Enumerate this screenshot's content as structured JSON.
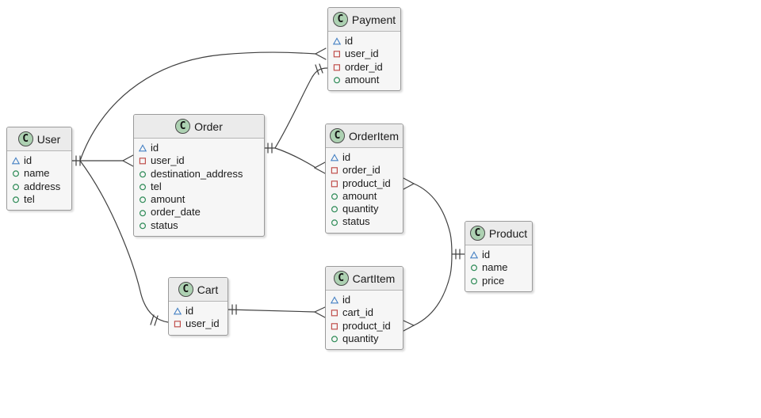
{
  "diagram": {
    "type": "uml-class-er-diagram",
    "entities": [
      {
        "id": "payment",
        "name": "Payment",
        "stereotype": "C",
        "fields": [
          {
            "icon": "primary-key",
            "label": "id"
          },
          {
            "icon": "foreign-key",
            "label": "user_id"
          },
          {
            "icon": "foreign-key",
            "label": "order_id"
          },
          {
            "icon": "attribute",
            "label": "amount"
          }
        ]
      },
      {
        "id": "order",
        "name": "Order",
        "stereotype": "C",
        "fields": [
          {
            "icon": "primary-key",
            "label": "id"
          },
          {
            "icon": "foreign-key",
            "label": "user_id"
          },
          {
            "icon": "attribute",
            "label": "destination_address"
          },
          {
            "icon": "attribute",
            "label": "tel"
          },
          {
            "icon": "attribute",
            "label": "amount"
          },
          {
            "icon": "attribute",
            "label": "order_date"
          },
          {
            "icon": "attribute",
            "label": "status"
          }
        ]
      },
      {
        "id": "user",
        "name": "User",
        "stereotype": "C",
        "fields": [
          {
            "icon": "primary-key",
            "label": "id"
          },
          {
            "icon": "attribute",
            "label": "name"
          },
          {
            "icon": "attribute",
            "label": "address"
          },
          {
            "icon": "attribute",
            "label": "tel"
          }
        ]
      },
      {
        "id": "orderitem",
        "name": "OrderItem",
        "stereotype": "C",
        "fields": [
          {
            "icon": "primary-key",
            "label": "id"
          },
          {
            "icon": "foreign-key",
            "label": "order_id"
          },
          {
            "icon": "foreign-key",
            "label": "product_id"
          },
          {
            "icon": "attribute",
            "label": "amount"
          },
          {
            "icon": "attribute",
            "label": "quantity"
          },
          {
            "icon": "attribute",
            "label": "status"
          }
        ]
      },
      {
        "id": "product",
        "name": "Product",
        "stereotype": "C",
        "fields": [
          {
            "icon": "primary-key",
            "label": "id"
          },
          {
            "icon": "attribute",
            "label": "name"
          },
          {
            "icon": "attribute",
            "label": "price"
          }
        ]
      },
      {
        "id": "cart",
        "name": "Cart",
        "stereotype": "C",
        "fields": [
          {
            "icon": "primary-key",
            "label": "id"
          },
          {
            "icon": "foreign-key",
            "label": "user_id"
          }
        ]
      },
      {
        "id": "cartitem",
        "name": "CartItem",
        "stereotype": "C",
        "fields": [
          {
            "icon": "primary-key",
            "label": "id"
          },
          {
            "icon": "foreign-key",
            "label": "cart_id"
          },
          {
            "icon": "foreign-key",
            "label": "product_id"
          },
          {
            "icon": "attribute",
            "label": "quantity"
          }
        ]
      }
    ],
    "relationships": [
      {
        "from": "User",
        "to": "Order",
        "from_cardinality": "exactly-one",
        "to_cardinality": "many"
      },
      {
        "from": "User",
        "to": "Payment",
        "from_cardinality": "exactly-one",
        "to_cardinality": "many"
      },
      {
        "from": "User",
        "to": "Cart",
        "from_cardinality": "exactly-one",
        "to_cardinality": "exactly-one"
      },
      {
        "from": "Order",
        "to": "Payment",
        "from_cardinality": "exactly-one",
        "to_cardinality": "exactly-one"
      },
      {
        "from": "Order",
        "to": "OrderItem",
        "from_cardinality": "exactly-one",
        "to_cardinality": "many"
      },
      {
        "from": "OrderItem",
        "to": "Product",
        "from_cardinality": "many",
        "to_cardinality": "exactly-one"
      },
      {
        "from": "Cart",
        "to": "CartItem",
        "from_cardinality": "exactly-one",
        "to_cardinality": "many"
      },
      {
        "from": "CartItem",
        "to": "Product",
        "from_cardinality": "many",
        "to_cardinality": "exactly-one"
      }
    ],
    "colors": {
      "badge_bg": "#ADD1B2",
      "primary_key_icon": "#4581C4",
      "foreign_key_icon": "#C0504D",
      "attribute_icon": "#2E8B57",
      "line": "#404040",
      "box_header_bg": "#EBEBEB",
      "box_body_bg": "#F6F6F6",
      "box_border": "#9A9A9A"
    }
  }
}
